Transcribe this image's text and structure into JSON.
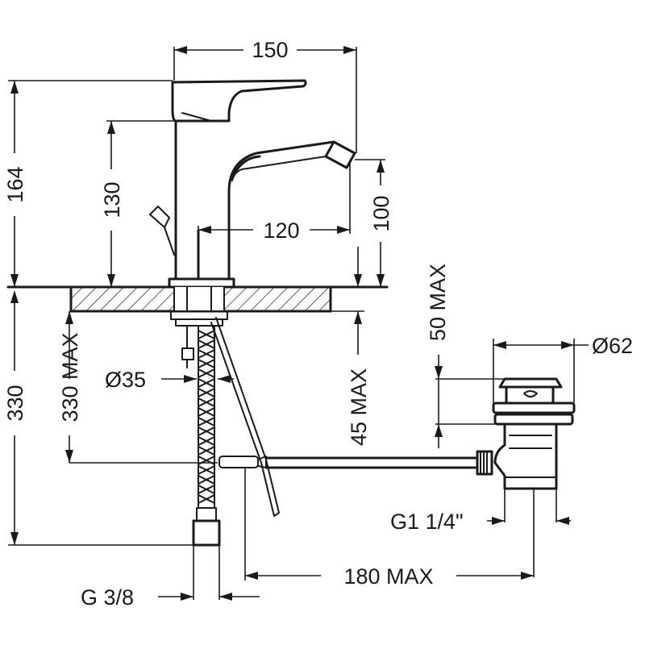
{
  "dimensions": {
    "d150": "150",
    "d164": "164",
    "d130": "130",
    "d120": "120",
    "d100": "100",
    "d50max": "50 MAX",
    "d62": "Ø62",
    "d330max": "330 MAX",
    "d330": "330",
    "d35": "Ø35",
    "d45max": "45 MAX",
    "g114": "G1 1/4\"",
    "d180max": "180 MAX",
    "g38": "G 3/8"
  },
  "colors": {
    "line": "#1a1a1a",
    "background": "#ffffff"
  }
}
